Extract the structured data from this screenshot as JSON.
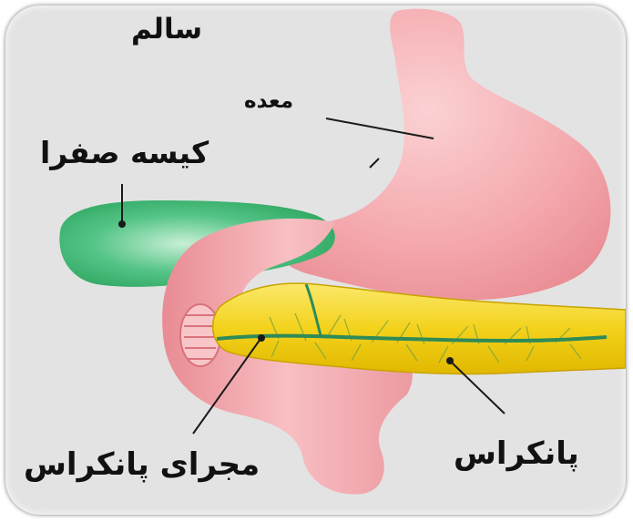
{
  "labels": {
    "healthy": "سالم",
    "stomach": "معده",
    "gallbladder": "کیسه صفرا",
    "pancreas": "پانکراس",
    "pancreatic_duct": "مجرای پانکراس"
  },
  "colors": {
    "background": "#e3e3e3",
    "stomach": "#f4a7ac",
    "gallbladder": "#3dbb74",
    "pancreas": "#f2d21a",
    "duct": "#2e8b57",
    "leader_line": "#1a1a1a"
  }
}
